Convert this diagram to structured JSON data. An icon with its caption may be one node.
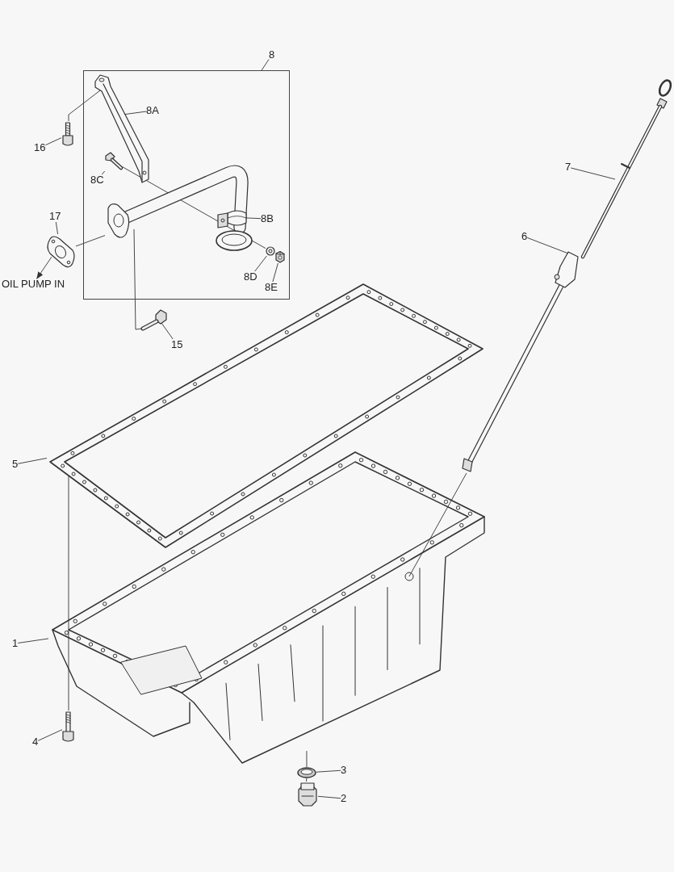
{
  "diagram": {
    "nodes": [
      {
        "text": [
          "8"
        ]
      },
      {
        "text": [],
        "shape": "box"
      },
      {
        "text": [
          "8A"
        ],
        "in": 1
      },
      {
        "text": [],
        "shape": "picture",
        "in": 1
      },
      {
        "text": [
          "16"
        ]
      },
      {
        "text": [],
        "shape": "picture"
      },
      {
        "text": [
          "8C"
        ],
        "in": 1
      },
      {
        "text": [],
        "shape": "picture",
        "in": 1
      },
      {
        "text": [
          "7"
        ]
      },
      {
        "text": [],
        "shape": "picture"
      },
      {
        "text": [
          "17"
        ]
      },
      {
        "text": [],
        "shape": "picture"
      },
      {
        "text": [],
        "shape": "picture",
        "in": 1
      },
      {
        "text": [
          "8B"
        ],
        "in": 1
      },
      {
        "text": [
          "OIL PUMP IN"
        ]
      },
      {
        "text": [],
        "shape": "picture",
        "in": 1
      },
      {
        "text": [],
        "shape": "picture",
        "in": 1
      },
      {
        "text": [
          "8D"
        ],
        "in": 1
      },
      {
        "text": [
          "8E"
        ],
        "in": 1
      },
      {
        "text": [
          "6"
        ]
      },
      {
        "text": [],
        "shape": "picture"
      },
      {
        "text": [],
        "shape": "picture"
      },
      {
        "text": [
          "15"
        ]
      },
      {
        "text": [
          "5"
        ]
      },
      {
        "text": [],
        "shape": "picture"
      },
      {
        "text": [
          "1"
        ]
      },
      {
        "text": [],
        "shape": "picture"
      },
      {
        "text": [
          "4"
        ]
      },
      {
        "text": [],
        "shape": "picture"
      },
      {
        "text": [
          "3"
        ]
      },
      {
        "text": [],
        "shape": "picture"
      },
      {
        "text": [
          "2"
        ]
      },
      {
        "text": [],
        "shape": "picture"
      }
    ],
    "edges": [
      {
        "from": 0,
        "to": 1,
        "arrow": "none"
      },
      {
        "from": 2,
        "to": 3,
        "arrow": "none"
      },
      {
        "from": 4,
        "to": 5,
        "arrow": "none"
      },
      {
        "from": 6,
        "to": 7,
        "arrow": "none"
      },
      {
        "from": 8,
        "to": 9,
        "arrow": "none"
      },
      {
        "from": 10,
        "to": 11,
        "arrow": "none"
      },
      {
        "from": 13,
        "to": 12,
        "arrow": "none"
      },
      {
        "from": 17,
        "to": 15,
        "arrow": "none"
      },
      {
        "from": 18,
        "to": 16,
        "arrow": "none"
      },
      {
        "from": 19,
        "to": 20,
        "arrow": "none"
      },
      {
        "from": 22,
        "to": 21,
        "arrow": "none"
      },
      {
        "from": 23,
        "to": 24,
        "arrow": "none"
      },
      {
        "from": 25,
        "to": 26,
        "arrow": "none"
      },
      {
        "from": 27,
        "to": 28,
        "arrow": "none"
      },
      {
        "from": 29,
        "to": 30,
        "arrow": "none"
      },
      {
        "from": 31,
        "to": 32,
        "arrow": "none"
      },
      {
        "from": 11,
        "to": 14,
        "arrow": "to"
      },
      {
        "from": 5,
        "to": 3,
        "arrow": "none"
      },
      {
        "from": 7,
        "to": 15,
        "arrow": "none"
      },
      {
        "from": 11,
        "to": 12,
        "arrow": "none"
      },
      {
        "from": 21,
        "to": 12,
        "arrow": "none"
      },
      {
        "from": 28,
        "to": 24,
        "arrow": "none"
      },
      {
        "from": 30,
        "to": 26,
        "arrow": "none"
      },
      {
        "from": 32,
        "to": 30,
        "arrow": "none"
      },
      {
        "from": 20,
        "to": 26,
        "arrow": "none"
      }
    ]
  }
}
